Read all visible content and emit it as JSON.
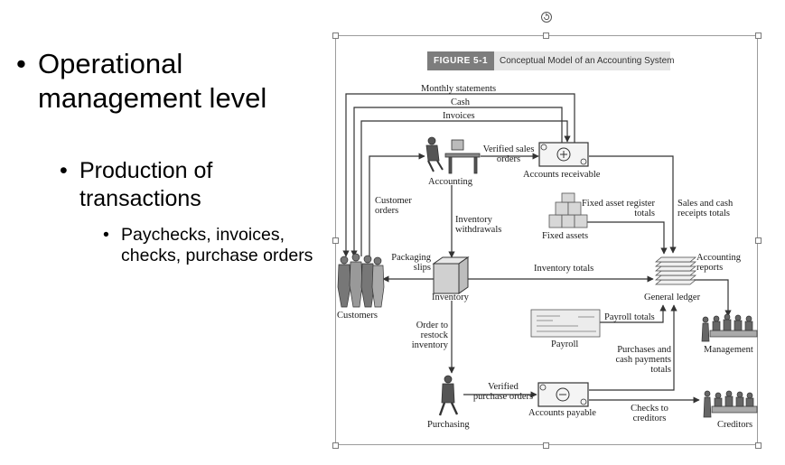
{
  "bullets": {
    "level1": {
      "bullet": "•",
      "text": "Operational management level"
    },
    "level2": {
      "bullet": "•",
      "text": "Production of transactions"
    },
    "level3": {
      "bullet": "•",
      "text": "Paychecks, invoices, checks, purchase orders"
    }
  },
  "figure": {
    "number": "FIGURE 5-1",
    "title": "Conceptual Model of an Accounting System",
    "nodes": {
      "accounting": "Accounting",
      "accounts_receivable": "Accounts receivable",
      "fixed_assets": "Fixed assets",
      "inventory": "Inventory",
      "general_ledger": "General ledger",
      "customers": "Customers",
      "payroll": "Payroll",
      "management": "Management",
      "purchasing": "Purchasing",
      "accounts_payable": "Accounts payable",
      "creditors": "Creditors"
    },
    "flows": {
      "monthly_statements": "Monthly statements",
      "cash": "Cash",
      "invoices": "Invoices",
      "verified_sales_orders": "Verified sales orders",
      "customer_orders": "Customer orders",
      "fixed_asset_register_totals": "Fixed asset register totals",
      "sales_cash_receipts_totals": "Sales and cash receipts totals",
      "inventory_withdrawals": "Inventory withdrawals",
      "packaging_slips": "Packaging slips",
      "inventory_totals": "Inventory totals",
      "accounting_reports": "Accounting reports",
      "payroll_totals": "Payroll totals",
      "order_to_restock_inventory": "Order to restock inventory",
      "purchases_cash_payments_totals": "Purchases and cash payments totals",
      "verified_purchase_orders": "Verified purchase orders",
      "checks_to_creditors": "Checks to creditors"
    }
  },
  "colors": {
    "frame": "#9c9c9c",
    "title_band": "#7d7d7d",
    "title_bg": "#e5e5e5",
    "lines": "#333333"
  }
}
